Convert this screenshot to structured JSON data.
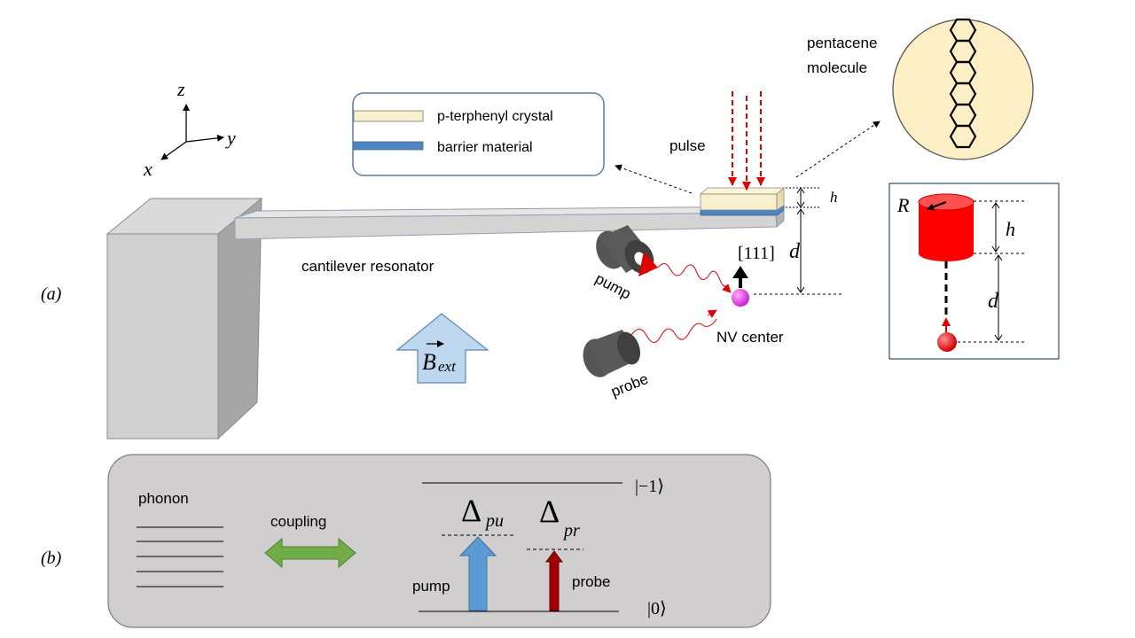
{
  "panel_a": {
    "label": "(a)",
    "axes": {
      "z": "z",
      "y": "y",
      "x": "x"
    },
    "legend": {
      "crystal": "p-terphenyl crystal",
      "barrier": "barrier material",
      "crystal_color": "#f8f0cc",
      "barrier_color": "#4f86c0"
    },
    "pulse_label": "pulse",
    "molecule_label_line1": "pentacene",
    "molecule_label_line2": "molecule",
    "cantilever_label": "cantilever resonator",
    "h_label": "h",
    "d_label": "d",
    "direction_label": "[111]",
    "pump_label": "pump",
    "probe_label": "probe",
    "nv_label": "NV center",
    "bfield_label_main": "B",
    "bfield_label_sub": "ext",
    "inset": {
      "R": "R",
      "h": "h",
      "d": "d"
    }
  },
  "panel_b": {
    "label": "(b)",
    "phonon_label": "phonon",
    "coupling_label": "coupling",
    "delta_pu_main": "Δ",
    "delta_pu_sub": "pu",
    "delta_pr_main": "Δ",
    "delta_pr_sub": "pr",
    "state_upper": "|−1⟩",
    "state_lower": "|0⟩",
    "pump_label": "pump",
    "probe_label": "probe"
  },
  "colors": {
    "nv": "#e040e0",
    "pump_arrow": "#5b9bd5",
    "probe_arrow": "#a00000",
    "coupling": "#70ad47",
    "pulse": "#e00000",
    "inset_cylinder": "#ff0000"
  }
}
